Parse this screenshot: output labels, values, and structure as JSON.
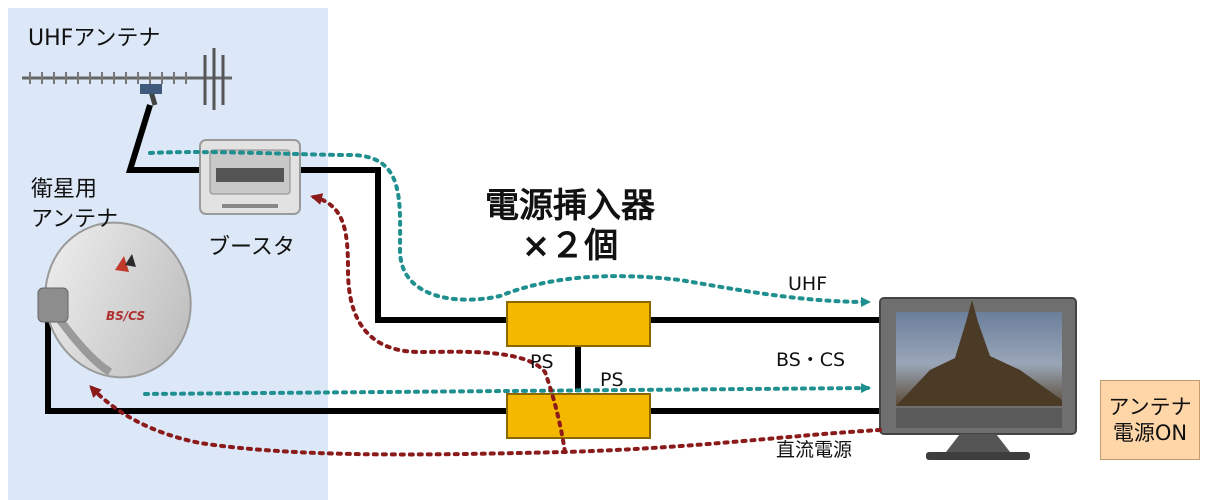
{
  "labels": {
    "uhf_antenna": "UHFアンテナ",
    "satellite_antenna_line1": "衛星用",
    "satellite_antenna_line2": "アンテナ",
    "booster": "ブースタ",
    "title_line1": "電源挿入器",
    "title_line2": "×２個",
    "ps_upper": "PS",
    "ps_lower": "PS",
    "uhf_signal": "UHF",
    "bscs_signal": "BS・CS",
    "dc_power": "直流電源",
    "on_box_line1": "アンテナ",
    "on_box_line2": "電源ON",
    "dish_logo": "BS/CS"
  },
  "colors": {
    "panel": "#dce8f8",
    "cable": "#000000",
    "inserter": "#f5b800",
    "uhf_flow": "#1f8f8f",
    "dc_flow": "#8b1a1a",
    "on_box": "#ffd6a8"
  }
}
